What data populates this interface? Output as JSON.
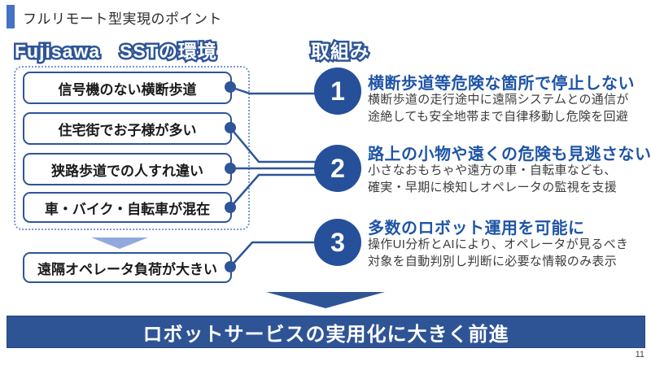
{
  "slide": {
    "title": "フルリモート型実現のポイント",
    "left_header": "Fujisawa　SSTの環境",
    "right_header": "取組み",
    "environment_items": [
      "信号機のない横断歩道",
      "住宅街でお子様が多い",
      "狭路歩道での人すれ違い",
      "車・バイク・自転車が混在",
      "遠隔オペレータ負荷が大きい"
    ],
    "initiatives": [
      {
        "number": "1",
        "heading": "横断歩道等危険な箇所で停止しない",
        "description": "横断歩道の走行途中に遠隔システムとの通信が\n途絶しても安全地帯まで自律移動し危険を回避"
      },
      {
        "number": "2",
        "heading": "路上の小物や遠くの危険も見逃さない",
        "description": "小さなおもちゃや遠方の車・自転車なども、\n確実・早期に検知しオペレータの監視を支援"
      },
      {
        "number": "3",
        "heading": "多数のロボット運用を可能に",
        "description": "操作UI分析とAIにより、オペレータが見るべき\n対象を自動判別し判断に必要な情報のみ表示"
      }
    ],
    "banner": "ロボットサービスの実用化に大きく前進",
    "page_number": "11"
  },
  "colors": {
    "primary": "#2e5597",
    "circle": "#27509a",
    "accent_bar": "#4472c4",
    "heading": "#1f55a6",
    "light_arrow": "#93a9de",
    "banner": "#2f5496"
  }
}
